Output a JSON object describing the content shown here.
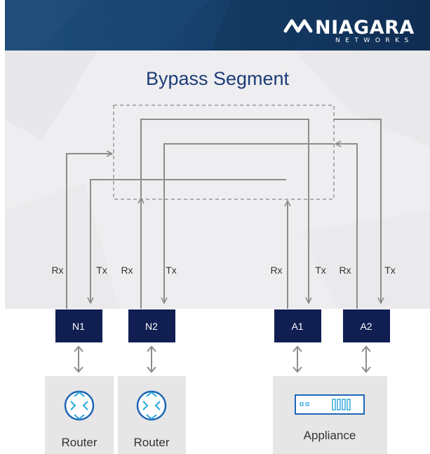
{
  "logo": {
    "name": "NIAGARA",
    "sub": "NETWORKS"
  },
  "title": "Bypass Segment",
  "ports": {
    "n1": {
      "label": "N1",
      "rx": "Rx",
      "tx": "Tx"
    },
    "n2": {
      "label": "N2",
      "rx": "Rx",
      "tx": "Tx"
    },
    "a1": {
      "label": "A1",
      "rx": "Rx",
      "tx": "Tx"
    },
    "a2": {
      "label": "A2",
      "rx": "Rx",
      "tx": "Tx"
    }
  },
  "devices": {
    "router1": "Router",
    "router2": "Router",
    "appliance": "Appliance"
  },
  "colors": {
    "header": "#143a63",
    "port": "#101e52",
    "line": "#8c8c8c",
    "device_bg": "#e6e6e6",
    "icon_accent": "#2aa6dd",
    "panel": "#eeeef0"
  }
}
